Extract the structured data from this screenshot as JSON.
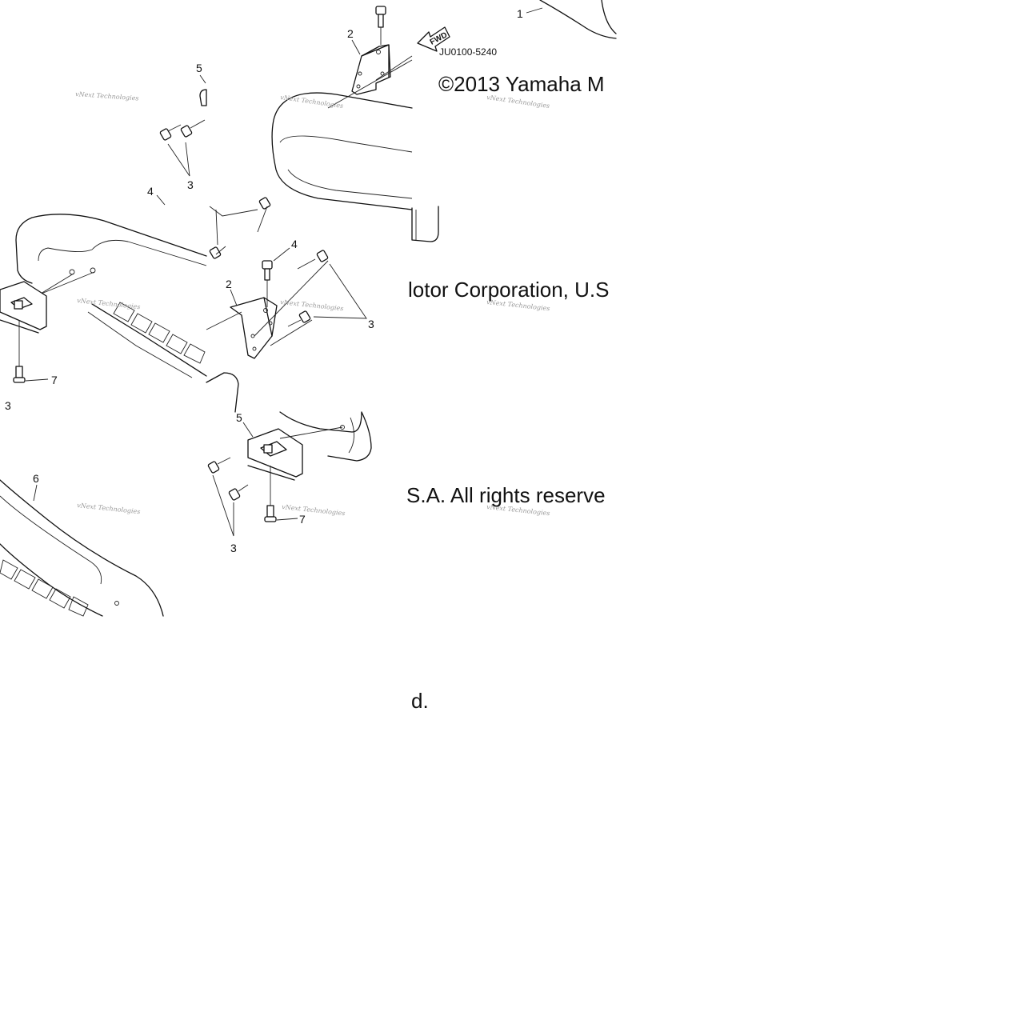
{
  "diagram": {
    "part_code": "JU0100-5240",
    "fwd_label": "FWD",
    "watermark": "vNext Technologies",
    "callouts": {
      "c1": "1",
      "c2a": "2",
      "c2b": "2",
      "c3a": "3",
      "c3b": "3",
      "c3c": "3",
      "c3d": "3",
      "c4a": "4",
      "c4b": "4",
      "c5a": "5",
      "c5b": "5",
      "c6": "6",
      "c7a": "7",
      "c7b": "7"
    }
  },
  "copyright": {
    "line1": "©2013 Yamaha M",
    "line2": "lotor Corporation, U.S",
    "line3": "S.A. All rights reserve",
    "line4": "d."
  }
}
